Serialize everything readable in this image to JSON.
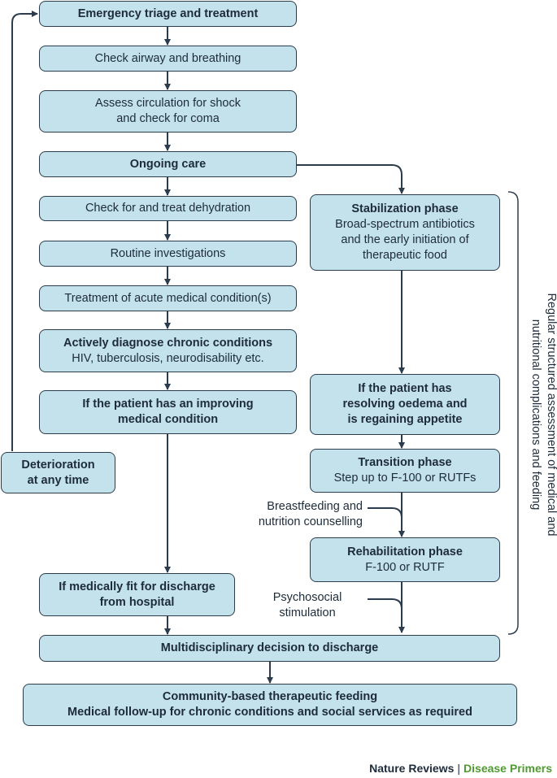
{
  "boxes": {
    "emergency": "Emergency triage and treatment",
    "airway": "Check airway and breathing",
    "circulation": [
      "Assess circulation for shock",
      "and check for coma"
    ],
    "ongoing": "Ongoing care",
    "dehydration": "Check for and treat dehydration",
    "routine": "Routine investigations",
    "acute": "Treatment of acute medical condition(s)",
    "chronic": {
      "title": "Actively diagnose chronic conditions",
      "detail": "HIV, tuberculosis, neurodisability etc."
    },
    "improving": [
      "If the patient has an improving",
      "medical condition"
    ],
    "deterioration": [
      "Deterioration",
      "at any time"
    ],
    "fit": [
      "If medically fit for discharge",
      "from hospital"
    ],
    "stabilization": {
      "title": "Stabilization phase",
      "detail": [
        "Broad-spectrum antibiotics",
        "and the early initiation of",
        "therapeutic food"
      ]
    },
    "resolving": [
      "If the patient has",
      "resolving oedema and",
      "is regaining appetite"
    ],
    "transition": {
      "title": "Transition phase",
      "detail": "Step up to F-100 or RUTFs"
    },
    "rehabilitation": {
      "title": "Rehabilitation phase",
      "detail": "F-100 or RUTF"
    },
    "multidisciplinary": "Multidisciplinary decision to discharge",
    "community": [
      "Community-based therapeutic feeding",
      "Medical follow-up for chronic conditions and social services as required"
    ]
  },
  "side_labels": {
    "breastfeeding": [
      "Breastfeeding and",
      "nutrition counselling"
    ],
    "psychosocial": [
      "Psychosocial",
      "stimulation"
    ]
  },
  "vertical_label": [
    "Regular structured assessment of medical and",
    "nutritional complications and feeding"
  ],
  "footer": {
    "journal": "Nature Reviews",
    "separator": "|",
    "section": "Disease Primers",
    "section_color": "#4f9a2f"
  },
  "colors": {
    "box_fill": "#c4e2ec",
    "stroke": "#2b3c4c"
  }
}
